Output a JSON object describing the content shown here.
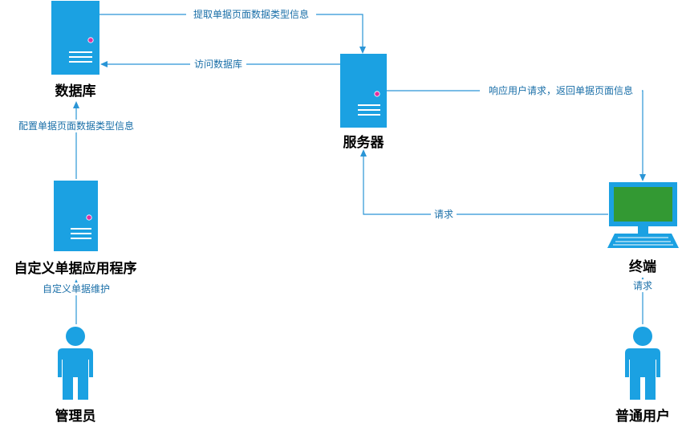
{
  "colors": {
    "device": "#1ba1e2",
    "edge": "#2a95d6",
    "edge_label": "#1a6fa8",
    "led": "#e0309e",
    "screen": "#339933"
  },
  "nodes": {
    "database": {
      "label": "数据库",
      "icon": "server-icon"
    },
    "server": {
      "label": "服务器",
      "icon": "server-icon"
    },
    "custom_app": {
      "label": "自定义单据应用程序",
      "icon": "server-icon"
    },
    "terminal": {
      "label": "终端",
      "icon": "computer-monitor-icon"
    },
    "admin": {
      "label": "管理员",
      "icon": "person-icon"
    },
    "user": {
      "label": "普通用户",
      "icon": "person-icon"
    }
  },
  "edges": {
    "db_to_server": {
      "label": "提取单据页面数据类型信息"
    },
    "server_to_db": {
      "label": "访问数据库"
    },
    "server_to_terminal": {
      "label": "响应用户请求，返回单据页面信息"
    },
    "terminal_to_server": {
      "label": "请求"
    },
    "app_to_db": {
      "label": "配置单据页面数据类型信息"
    },
    "admin_to_app": {
      "label": "自定义单据维护"
    },
    "user_to_terminal": {
      "label": "请求"
    }
  }
}
